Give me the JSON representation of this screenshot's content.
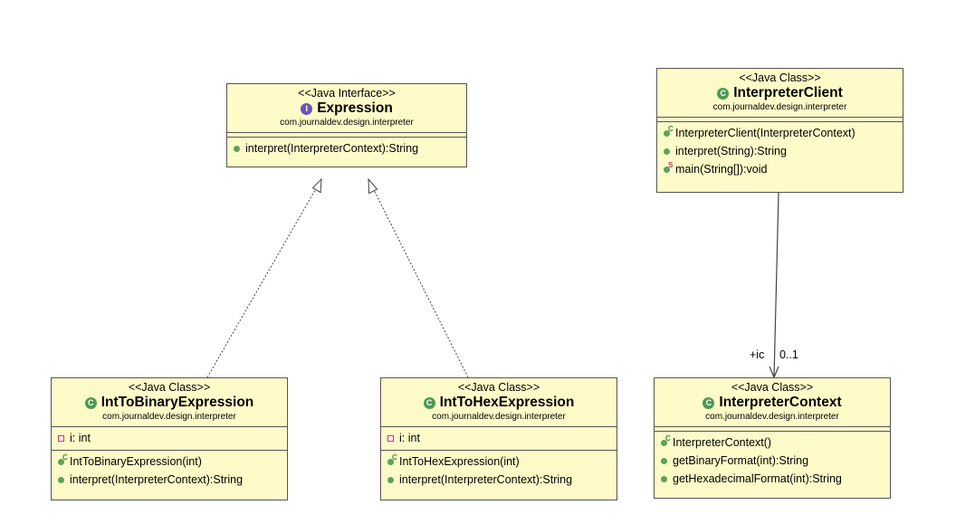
{
  "classes": {
    "expression": {
      "stereotype": "<<Java Interface>>",
      "kind_icon": "I",
      "name": "Expression",
      "package": "com.journaldev.design.interpreter",
      "operations": [
        "interpret(InterpreterContext):String"
      ]
    },
    "interpreter_client": {
      "stereotype": "<<Java Class>>",
      "kind_icon": "C",
      "name": "InterpreterClient",
      "package": "com.journaldev.design.interpreter",
      "operations": [
        "InterpreterClient(InterpreterContext)",
        "interpret(String):String",
        "main(String[]):void"
      ],
      "operation_modifiers": [
        "C",
        "",
        "S"
      ]
    },
    "int_to_binary": {
      "stereotype": "<<Java Class>>",
      "kind_icon": "C",
      "name": "IntToBinaryExpression",
      "package": "com.journaldev.design.interpreter",
      "attributes": [
        "i: int"
      ],
      "operations": [
        "IntToBinaryExpression(int)",
        "interpret(InterpreterContext):String"
      ],
      "operation_modifiers": [
        "C",
        ""
      ]
    },
    "int_to_hex": {
      "stereotype": "<<Java Class>>",
      "kind_icon": "C",
      "name": "IntToHexExpression",
      "package": "com.journaldev.design.interpreter",
      "attributes": [
        "i: int"
      ],
      "operations": [
        "IntToHexExpression(int)",
        "interpret(InterpreterContext):String"
      ],
      "operation_modifiers": [
        "C",
        ""
      ]
    },
    "interpreter_context": {
      "stereotype": "<<Java Class>>",
      "kind_icon": "C",
      "name": "InterpreterContext",
      "package": "com.journaldev.design.interpreter",
      "operations": [
        "InterpreterContext()",
        "getBinaryFormat(int):String",
        "getHexadecimalFormat(int):String"
      ],
      "operation_modifiers": [
        "C",
        "",
        ""
      ]
    }
  },
  "association": {
    "role": "+ic",
    "multiplicity": "0..1"
  },
  "colors": {
    "box_fill": "#fffbc9",
    "border": "#555555",
    "interface_icon": "#6b55b9",
    "class_icon": "#4d9a4f",
    "public_marker": "#5aa35a",
    "private_marker": "#d23b3b"
  }
}
